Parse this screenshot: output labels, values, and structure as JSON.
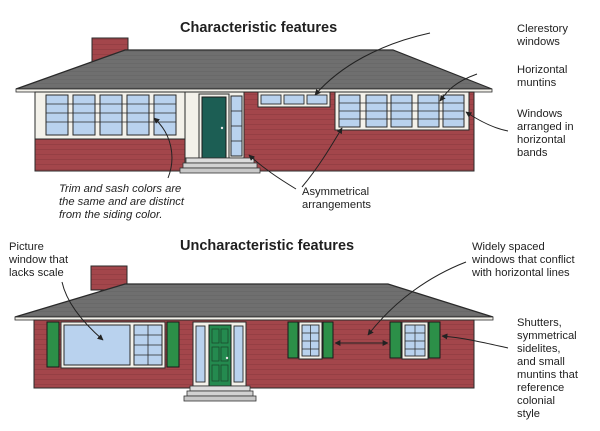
{
  "top": {
    "heading": "Characteristic features",
    "callouts": {
      "clerestory": [
        "Clerestory",
        "windows"
      ],
      "muntins": [
        "Horizontal",
        "muntins"
      ],
      "bands": [
        "Windows",
        "arranged in",
        "horizontal",
        "bands"
      ],
      "trim": [
        "Trim and sash colors are",
        "the same and are distinct",
        "from the siding color."
      ],
      "asym": [
        "Asymmetrical",
        "arrangements"
      ]
    }
  },
  "bottom": {
    "heading": "Uncharacteristic features",
    "callouts": {
      "picture": [
        "Picture",
        "window that",
        "lacks scale"
      ],
      "spaced": [
        "Widely spaced",
        "windows that conflict",
        "with horizontal lines"
      ],
      "shutters": [
        "Shutters,",
        "symmetrical",
        "sidelites,",
        "and small",
        "muntins that",
        "reference",
        "colonial",
        "style"
      ]
    }
  },
  "colors": {
    "siding": "#a3464b",
    "roof": "#6f6f6f",
    "glass": "#b9d2ee",
    "door_top": "#1c5e54",
    "door_bottom": "#248a4f",
    "shutter": "#2c8f48",
    "trim": "#f3f1ea"
  }
}
